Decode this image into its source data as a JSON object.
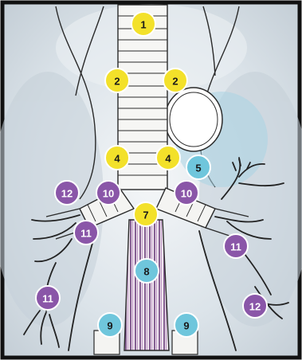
{
  "colors": {
    "yellow": "#f3e12a",
    "purple": "#8a56a8",
    "blue": "#6fc6dc",
    "frame": "#111111",
    "paper": "#ffffff",
    "wash": "#d5dde3"
  },
  "nodes": [
    {
      "label": "1",
      "color": "yellow"
    },
    {
      "label": "2",
      "color": "yellow"
    },
    {
      "label": "2",
      "color": "yellow"
    },
    {
      "label": "4",
      "color": "yellow"
    },
    {
      "label": "4",
      "color": "yellow"
    },
    {
      "label": "5",
      "color": "blue"
    },
    {
      "label": "12",
      "color": "purple"
    },
    {
      "label": "10",
      "color": "purple"
    },
    {
      "label": "10",
      "color": "purple"
    },
    {
      "label": "7",
      "color": "yellow"
    },
    {
      "label": "11",
      "color": "purple"
    },
    {
      "label": "11",
      "color": "purple"
    },
    {
      "label": "8",
      "color": "blue"
    },
    {
      "label": "11",
      "color": "purple"
    },
    {
      "label": "12",
      "color": "purple"
    },
    {
      "label": "9",
      "color": "blue"
    },
    {
      "label": "9",
      "color": "blue"
    }
  ]
}
